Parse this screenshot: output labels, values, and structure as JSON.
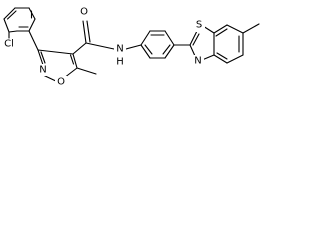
{
  "molecule": {
    "atom_labels": {
      "cl": "Cl",
      "o_carbonyl": "O",
      "n_amide": "N",
      "h_amide": "H",
      "o_isoxazole": "O",
      "n_isoxazole": "N",
      "s_thiazole": "S",
      "n_thiazole": "N"
    }
  }
}
